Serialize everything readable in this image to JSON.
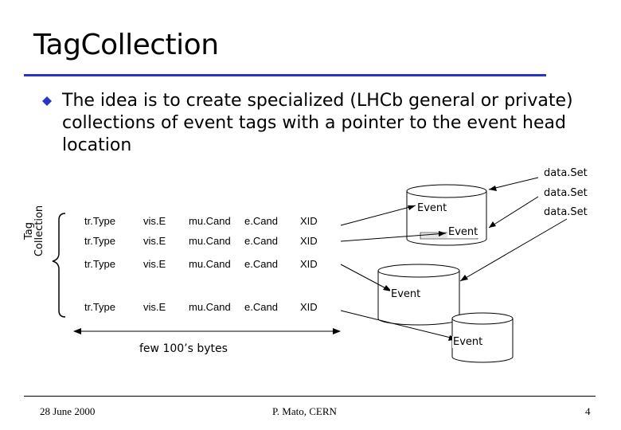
{
  "slide": {
    "title": "TagCollection",
    "bullet": "The idea is to create specialized (LHCb general or private) collections of event tags with a pointer to the event head location"
  },
  "diagram": {
    "side_label_line1": "Tag",
    "side_label_line2": "Collection",
    "rows": [
      [
        "tr.Type",
        "vis.E",
        "mu.Cand",
        "e.Cand",
        "XID"
      ],
      [
        "tr.Type",
        "vis.E",
        "mu.Cand",
        "e.Cand",
        "XID"
      ],
      [
        "tr.Type",
        "vis.E",
        "mu.Cand",
        "e.Cand",
        "XID"
      ],
      [
        "tr.Type",
        "vis.E",
        "mu.Cand",
        "e.Cand",
        "XID"
      ]
    ],
    "size_label": "few 100’s bytes",
    "datasets": [
      "data.Set",
      "data.Set",
      "data.Set"
    ],
    "events": [
      "Event",
      "Event",
      "Event",
      "Event"
    ]
  },
  "footer": {
    "date": "28 June 2000",
    "author": "P. Mato, CERN",
    "page": "4"
  },
  "colors": {
    "title_rule": "#2a35c8",
    "bullet": "#2a35c8"
  }
}
